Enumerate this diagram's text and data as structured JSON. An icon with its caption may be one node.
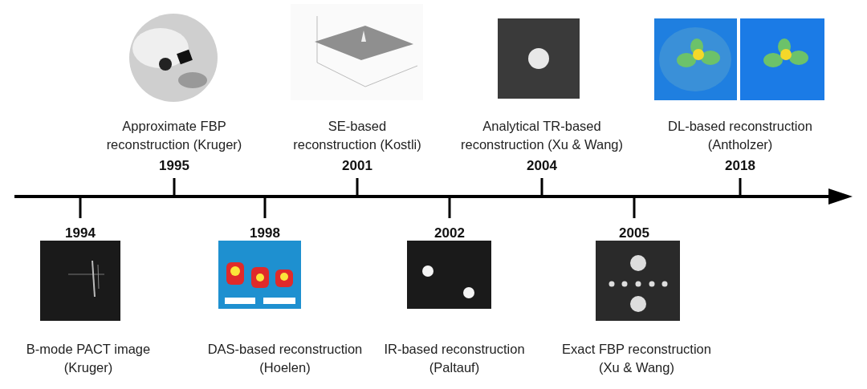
{
  "diagram": {
    "labels": [
      "Approximate FBP reconstruction (Kruger)",
      "1995",
      "SE-based reconstruction (Kostli)",
      "2001",
      "Analytical TR-based reconstruction (Xu & Wang)",
      "2004",
      "DL-based reconstruction (Antholzer)",
      "2018",
      "1994",
      "B-mode PACT image (Kruger)",
      "1998",
      "DAS-based reconstruction (Hoelen)",
      "2002",
      "IR-based reconstruction (Paltauf)",
      "2005",
      "Exact FBP reconstruction (Xu & Wang)"
    ]
  }
}
